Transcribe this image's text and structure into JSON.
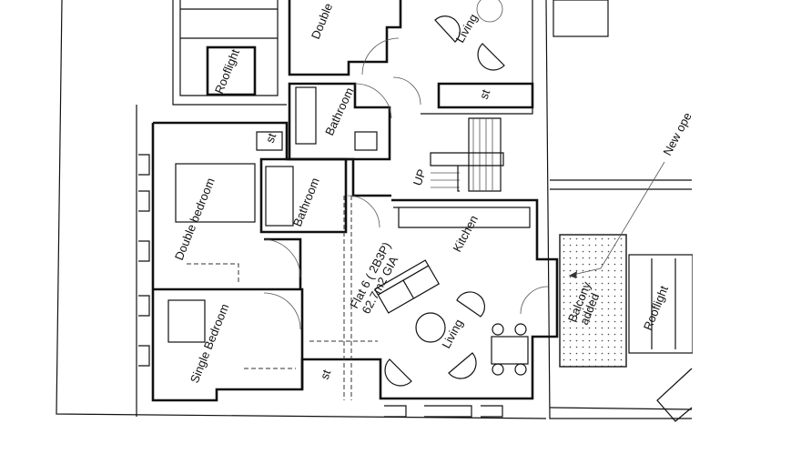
{
  "title": "Flat 6 floor plan",
  "labels": {
    "double_top": "Double",
    "living_top": "Living",
    "store_top": "st",
    "rooflight_top": "Rooflight",
    "bathroom_top": "Bathroom",
    "store_bedroom": "st",
    "up": "UP",
    "double_bedroom": "Double bedroom",
    "bathroom": "Bathroom",
    "kitchen": "Kitchen",
    "flat_name": "Flat 6 ( 2B3P)",
    "flat_area": "62.7m2 GIA",
    "single_bedroom": "Single Bedroom",
    "living": "Living",
    "store_hall": "st",
    "balcony_line1": "Balcony",
    "balcony_line2": "added",
    "rooflight_right": "Rooflight",
    "annotation": "New ope"
  }
}
